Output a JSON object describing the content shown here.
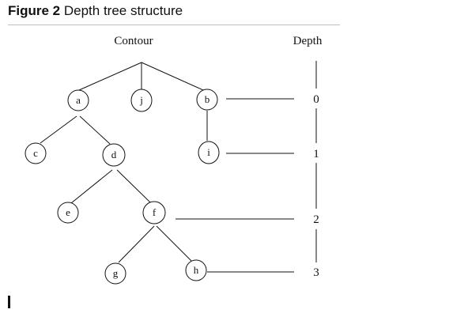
{
  "figure": {
    "label": "Figure 2",
    "title": "Depth tree structure"
  },
  "headers": {
    "contour": "Contour",
    "depth": "Depth"
  },
  "nodes": {
    "a": "a",
    "j": "j",
    "b": "b",
    "c": "c",
    "d": "d",
    "i": "i",
    "e": "e",
    "f": "f",
    "g": "g",
    "h": "h"
  },
  "depths": [
    "0",
    "1",
    "2",
    "3"
  ]
}
